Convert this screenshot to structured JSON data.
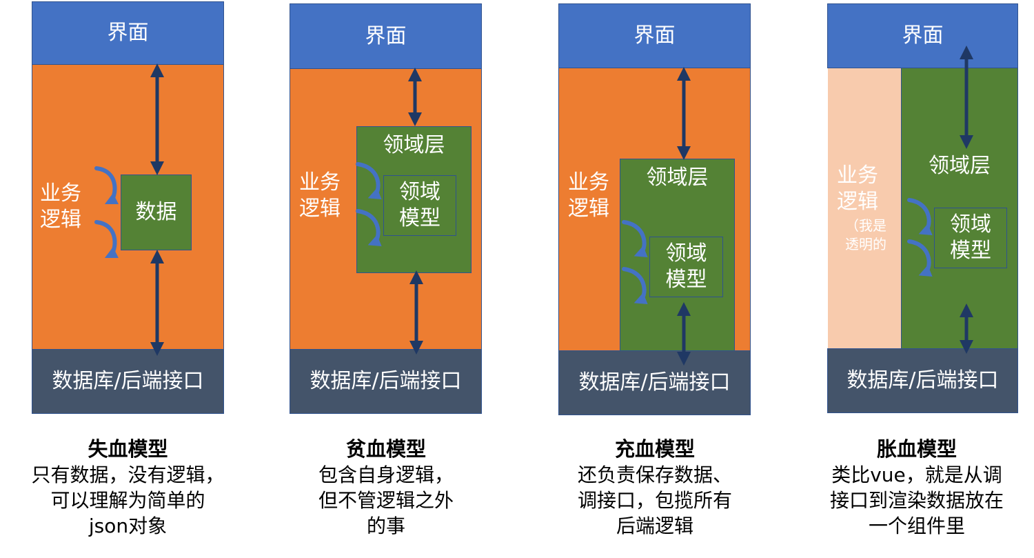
{
  "labels": {
    "ui": "界面",
    "db": "数据库/后端接口",
    "business_logic": "业务\n逻辑",
    "data": "数据",
    "domain_layer": "领域层",
    "domain_model": "领域\n模型",
    "transparent_note": "（我是\n透明的"
  },
  "captions": [
    {
      "title": "失血模型",
      "desc": "只有数据，没有逻辑，\n可以理解为简单的\njson对象"
    },
    {
      "title": "贫血模型",
      "desc": "包含自身逻辑，\n但不管逻辑之外\n的事"
    },
    {
      "title": "充血模型",
      "desc": "还负责保存数据、\n调接口，包揽所有\n后端逻辑"
    },
    {
      "title": "胀血模型",
      "desc": "类比vue，就是从调\n接口到渲染数据放在\n一个组件里"
    }
  ],
  "colors": {
    "ui_blue": "#4472C4",
    "logic_orange": "#ED7D31",
    "domain_green": "#548235",
    "db_slate": "#44546A",
    "transparent_peach": "#F8CBAD",
    "arrow_navy": "#1F3864",
    "curl_arrow_blue": "#4472C4"
  }
}
